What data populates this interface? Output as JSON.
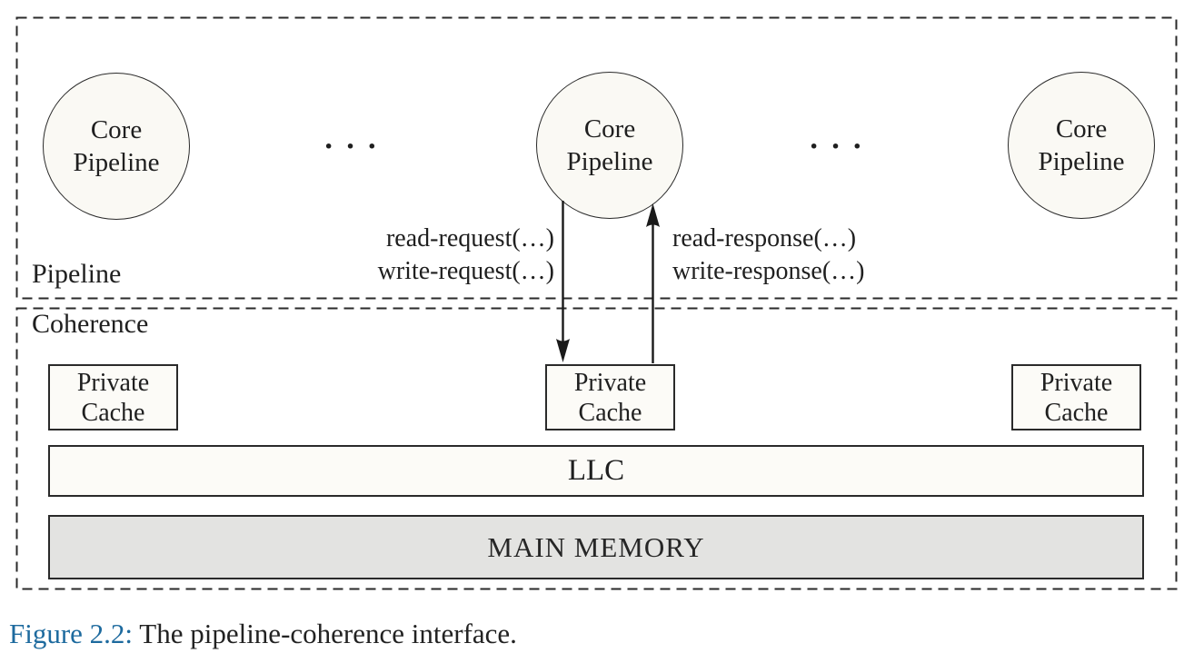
{
  "figure_caption": {
    "label": "Figure 2.2:",
    "text": "The pipeline-coherence interface."
  },
  "pipeline_region": {
    "label": "Pipeline",
    "core_pipeline": {
      "line1": "Core",
      "line2": "Pipeline"
    },
    "ellipsis": "· · ·"
  },
  "coherence_region": {
    "label": "Coherence",
    "private_cache": {
      "line1": "Private",
      "line2": "Cache"
    },
    "llc_label": "LLC",
    "main_memory_label": "MAIN MEMORY"
  },
  "interface_calls": {
    "requests": {
      "line1": "read-request(…)",
      "line2": "write-request(…)"
    },
    "responses": {
      "line1": "read-response(…)",
      "line2": "write-response(…)"
    }
  },
  "colors": {
    "caption_accent": "#1d6a9e",
    "node_fill": "#faf9f4",
    "main_memory_fill": "#e3e3e1",
    "line_color": "#1f1f1f"
  }
}
